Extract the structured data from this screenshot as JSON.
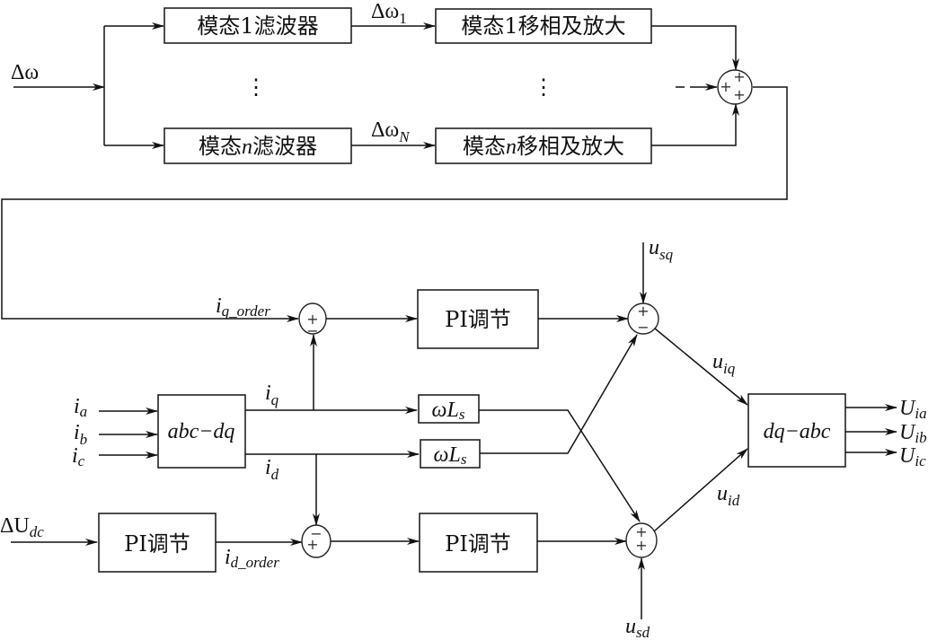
{
  "diagram": {
    "inputs": {
      "delta_omega": "Δω",
      "delta_omega_1": "Δω",
      "delta_omega_1_sub": "1",
      "delta_omega_N": "Δω",
      "delta_omega_N_sub": "N"
    },
    "blocks": {
      "filter_1": "模态1滤波器",
      "filter_n_pre": "模态",
      "filter_n_var": "n",
      "filter_n_post": "滤波器",
      "phase_amp_1": "模态1移相及放大",
      "phase_amp_n_pre": "模态",
      "phase_amp_n_var": "n",
      "phase_amp_n_post": "移相及放大",
      "pi_q": "PI调节",
      "pi_dc": "PI调节",
      "pi_d": "PI调节",
      "abc_dq": "abc−dq",
      "dq_abc": "dq−abc",
      "omega_ls_1": "ωL",
      "omega_ls_1_sub": "s",
      "omega_ls_2": "ωL",
      "omega_ls_2_sub": "s"
    },
    "ellipsis": "⋮",
    "signals": {
      "iq_order": "i",
      "iq_order_sub": "q_order",
      "id_order": "i",
      "id_order_sub": "d_order",
      "ia": "i",
      "ia_sub": "a",
      "ib": "i",
      "ib_sub": "b",
      "ic": "i",
      "ic_sub": "c",
      "iq": "i",
      "iq_sub": "q",
      "id": "i",
      "id_sub": "d",
      "delta_udc": "ΔU",
      "delta_udc_sub": "dc",
      "usq": "u",
      "usq_sub": "sq",
      "usd": "u",
      "usd_sub": "sd",
      "uiq": "u",
      "uiq_sub": "iq",
      "uid": "u",
      "uid_sub": "id",
      "Uia": "U",
      "Uia_sub": "ia",
      "Uib": "U",
      "Uib_sub": "ib",
      "Uic": "U",
      "Uic_sub": "ic"
    },
    "summing_junctions": {
      "modal_sum": {
        "signs": [
          "+",
          "+",
          "+"
        ]
      },
      "iq_sum": {
        "signs": [
          "+",
          "−"
        ]
      },
      "uq_sum": {
        "signs": [
          "+",
          "−"
        ]
      },
      "id_sum": {
        "signs": [
          "−",
          "+"
        ]
      },
      "ud_sum": {
        "signs": [
          "+",
          "+"
        ]
      }
    }
  }
}
